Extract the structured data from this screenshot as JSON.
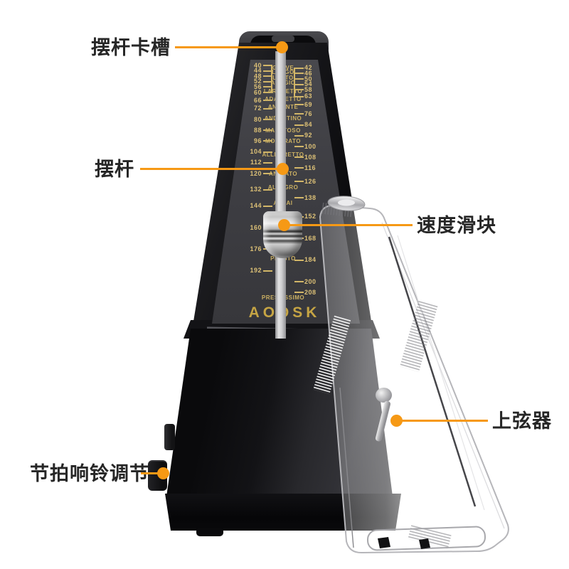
{
  "meta": {
    "background": "#ffffff",
    "kind": "annotated product image of a mechanical metronome"
  },
  "colors": {
    "accent_orange": "#f69915",
    "label_text": "#262626",
    "scale_gold": "#d9bd72",
    "logo_gold": "#c6a544",
    "body_black": "#111114",
    "plate_gray": "#3e3e43"
  },
  "annotations": {
    "slot": {
      "text": "摆杆卡槽"
    },
    "rod": {
      "text": "摆杆"
    },
    "weight": {
      "text": "速度滑块"
    },
    "winder": {
      "text": "上弦器"
    },
    "bell": {
      "text": "节拍响铃调节"
    }
  },
  "metronome": {
    "brand": "AODSK",
    "scale": {
      "left_numbers": [
        40,
        44,
        48,
        52,
        56,
        60,
        66,
        72,
        80,
        88,
        96,
        104,
        112,
        120,
        132,
        144,
        160,
        176,
        192
      ],
      "right_numbers": [
        42,
        46,
        50,
        54,
        58,
        63,
        69,
        76,
        84,
        92,
        100,
        108,
        116,
        126,
        138,
        152,
        168,
        184,
        200,
        208
      ],
      "tempo_marks": [
        {
          "label": "GRAVE",
          "value": 42
        },
        {
          "label": "LARGO",
          "value": 45
        },
        {
          "label": "LENTO",
          "value": 49
        },
        {
          "label": "ADAGIO",
          "value": 53
        },
        {
          "label": "LARGHETTO",
          "value": 59
        },
        {
          "label": "ADAGIETTO",
          "value": 65
        },
        {
          "label": "ANDANTE",
          "value": 71
        },
        {
          "label": "ANDANTINO",
          "value": 79
        },
        {
          "label": "MAESTOSO",
          "value": 88
        },
        {
          "label": "MODERATO",
          "value": 96
        },
        {
          "label": "ALLEGRETTO",
          "value": 106
        },
        {
          "label": "ANIMATO",
          "value": 120
        },
        {
          "label": "ALLEGRO",
          "value": 130
        },
        {
          "label": "ASSAI",
          "value": 142
        },
        {
          "label": "PRESTO",
          "value": 183
        },
        {
          "label": "PRESTISSIMO",
          "value": 212
        }
      ]
    }
  }
}
